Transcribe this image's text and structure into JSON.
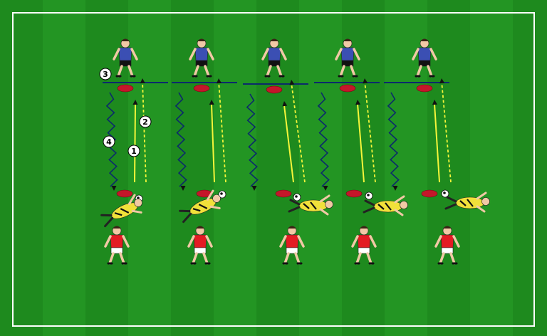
{
  "colors": {
    "pitch_dark": "#1e8a1e",
    "pitch_light": "#2a9a2a",
    "line": "#ffffff",
    "cone": "#c4162a",
    "gate": "#0b2a6b",
    "dribble": "#0b2a6b",
    "pass": "#f5f53a",
    "blue_kit": "#3b4fb3",
    "red_kit": "#e31b23",
    "yellow_kit": "#f1e13a"
  },
  "markers": [
    {
      "label": "1"
    },
    {
      "label": "2"
    },
    {
      "label": "3"
    },
    {
      "label": "4"
    }
  ],
  "stations_count": 5,
  "icons": [
    "pitch-boundary",
    "coach-blue-player-icon",
    "gate-line",
    "red-cone-icon",
    "yellow-keeper-icon",
    "ball-icon",
    "red-player-icon"
  ]
}
